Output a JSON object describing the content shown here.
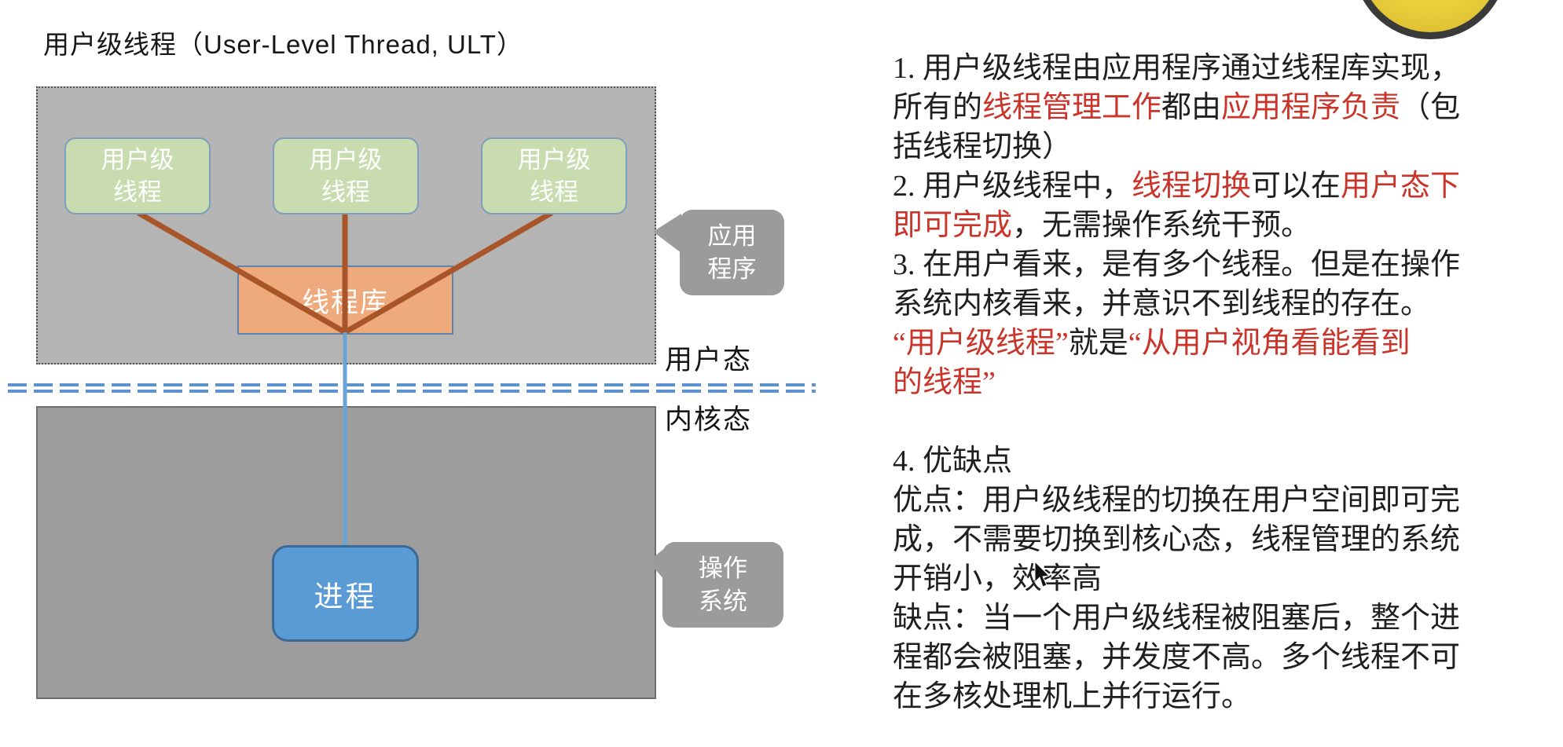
{
  "slide": {
    "title": "用户级线程（User-Level Thread, ULT）"
  },
  "diagram": {
    "thread_boxes": [
      {
        "label": "用户级\n线程"
      },
      {
        "label": "用户级\n线程"
      },
      {
        "label": "用户级\n线程"
      }
    ],
    "thread_library_label": "线程库",
    "process_label": "进程",
    "app_callout_label": "应用\n程序",
    "os_callout_label": "操作\n系统",
    "user_mode_label": "用户态",
    "kernel_mode_label": "内核态"
  },
  "notes": {
    "lines": [
      [
        {
          "t": "1. 用户级线程由应用程序通过线程库实现，"
        }
      ],
      [
        {
          "t": "所有的"
        },
        {
          "t": "线程管理工作",
          "red": true
        },
        {
          "t": "都由"
        },
        {
          "t": "应用程序负责",
          "red": true
        },
        {
          "t": "（包"
        }
      ],
      [
        {
          "t": "括线程切换）"
        }
      ],
      [
        {
          "t": "2. 用户级线程中，"
        },
        {
          "t": "线程切换",
          "red": true
        },
        {
          "t": "可以在"
        },
        {
          "t": "用户态下",
          "red": true
        }
      ],
      [
        {
          "t": "即可完成",
          "red": true
        },
        {
          "t": "，无需操作系统干预。"
        }
      ],
      [
        {
          "t": "3. 在用户看来，是有多个线程。但是在操作"
        }
      ],
      [
        {
          "t": "系统内核看来，并意识不到线程的存在。"
        }
      ],
      [
        {
          "t": "“用户级线程”",
          "red": true
        },
        {
          "t": "就是"
        },
        {
          "t": "“从用户视角看能看到",
          "red": true
        }
      ],
      [
        {
          "t": "的线程”",
          "red": true
        }
      ],
      [],
      [
        {
          "t": "4. 优缺点"
        }
      ],
      [
        {
          "t": "优点：用户级线程的切换在用户空间即可完"
        }
      ],
      [
        {
          "t": "成，不需要切换到核心态，线程管理的系统"
        }
      ],
      [
        {
          "t": "开销小，效率高"
        }
      ],
      [
        {
          "t": "缺点：当一个用户级线程被阻塞后，整个进"
        }
      ],
      [
        {
          "t": "程都会被阻塞，并发度不高。多个线程不可"
        }
      ],
      [
        {
          "t": "在多核处理机上并行运行。"
        }
      ]
    ]
  },
  "colors": {
    "red_text": "#c9352a",
    "body_text": "#1f1f1f",
    "upper_region_gray": "#b4b4b4",
    "lower_region_gray": "#9d9d9d",
    "thread_box_green": "#c8dcb0",
    "box_border_blue": "#7d9ec0",
    "library_box_orange": "#eeaa7d",
    "process_box_blue": "#5b9bd5",
    "callout_gray": "#9b9b9b",
    "connector_brown": "#a9552a",
    "connector_blue": "#6aa3d8",
    "divider_blue": "#5e93cf",
    "smiley_yellow": "#f0d43c"
  }
}
